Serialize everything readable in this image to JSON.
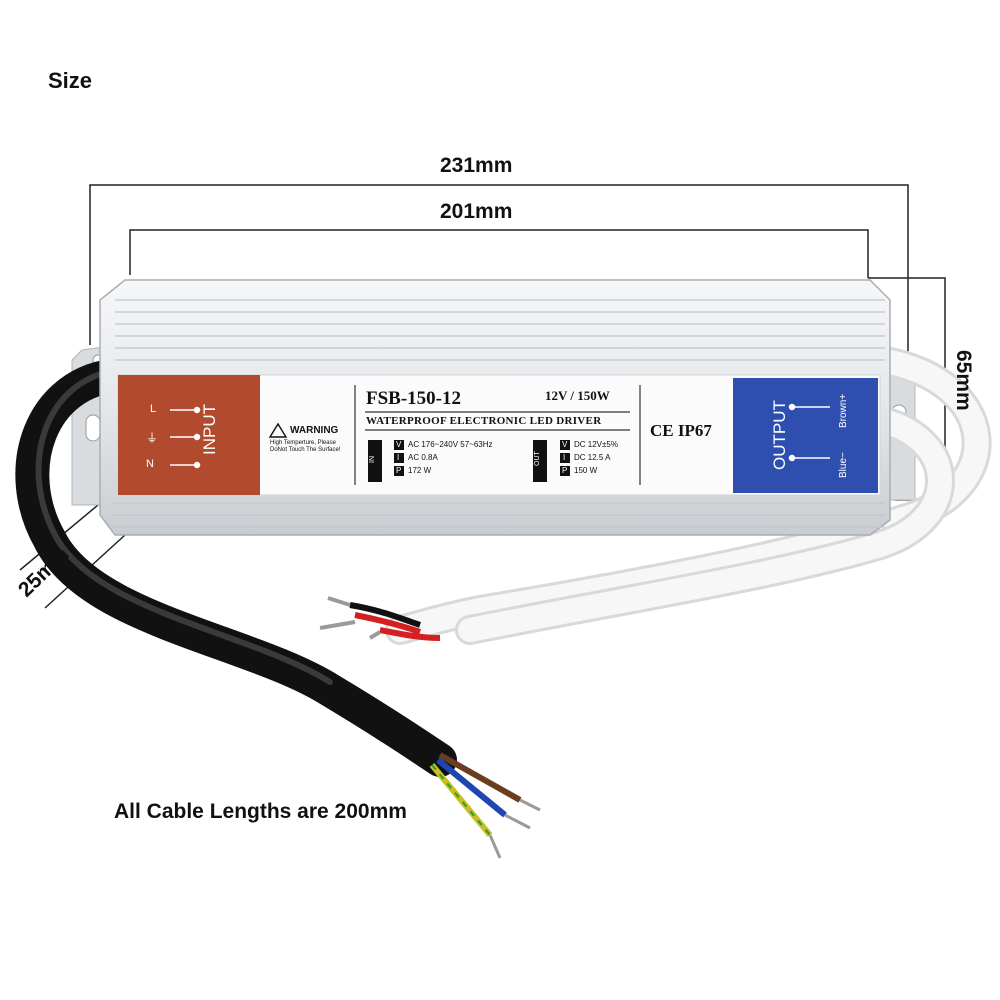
{
  "size_label": "Size",
  "dimensions": {
    "overall_length": "231mm",
    "body_length": "201mm",
    "width": "65mm",
    "height": "25mm"
  },
  "cable_note": "All Cable Lengths are 200mm",
  "product": {
    "model": "FSB-150-12",
    "rating": "12V / 150W",
    "subtitle": "WATERPROOF ELECTRONIC LED DRIVER",
    "certs": "CE IP67",
    "input_panel": {
      "title": "INPUT",
      "terminals": [
        "L",
        "⏚",
        "N"
      ]
    },
    "warning": {
      "title": "WARNING",
      "line1": "High Temperture, Please",
      "line2": "DoNot Touch The Surface!"
    },
    "in_specs": {
      "tag": "IN",
      "rows": [
        {
          "k": "V",
          "v": "AC 176~240V  57~63Hz"
        },
        {
          "k": "I",
          "v": "AC 0.8A"
        },
        {
          "k": "P",
          "v": "172 W"
        }
      ]
    },
    "out_specs": {
      "tag": "OUT",
      "rows": [
        {
          "k": "V",
          "v": "DC 12V±5%"
        },
        {
          "k": "I",
          "v": "DC 12.5 A"
        },
        {
          "k": "P",
          "v": "150 W"
        }
      ]
    },
    "output_panel": {
      "title": "OUTPUT",
      "brown": "Brown+",
      "blue": "Blue−"
    }
  },
  "colors": {
    "input_panel": "#b24a2e",
    "output_panel": "#2f4fb0",
    "body": "#e9ecef",
    "cable_black": "#1c1c1c",
    "cable_white": "#f4f4f4"
  }
}
